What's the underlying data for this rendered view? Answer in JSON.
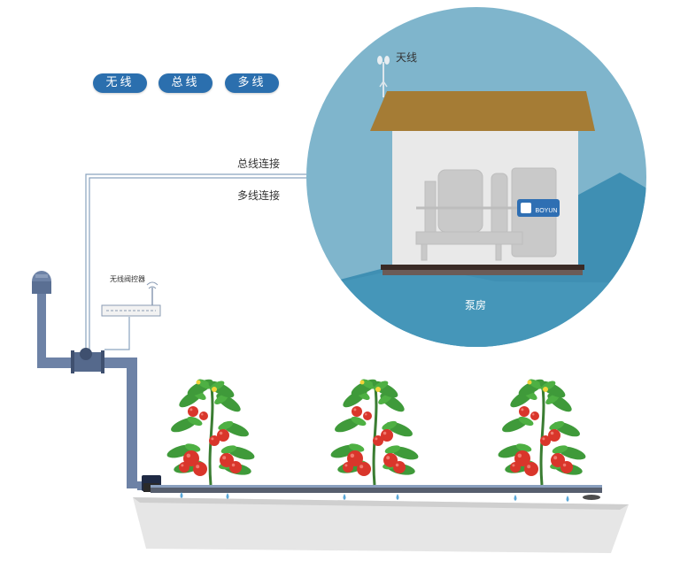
{
  "tags": [
    "无线",
    "总线",
    "多线"
  ],
  "labels": {
    "antenna": "天线",
    "bus_connection": "总线连接",
    "multiline_connection": "多线连接",
    "wireless_controller": "无线阀控器",
    "pump_house": "泵房",
    "brand": "BOYUN"
  },
  "colors": {
    "tag_blue": "#2b6fae",
    "circle_light": "#7fb5cc",
    "circle_dark": "#3f8fb3",
    "roof": "#a57c35",
    "pipe": "#6d82a6",
    "tomato": "#d9362b",
    "leaf": "#3f9a3a",
    "trough": "#e6e6e6"
  }
}
